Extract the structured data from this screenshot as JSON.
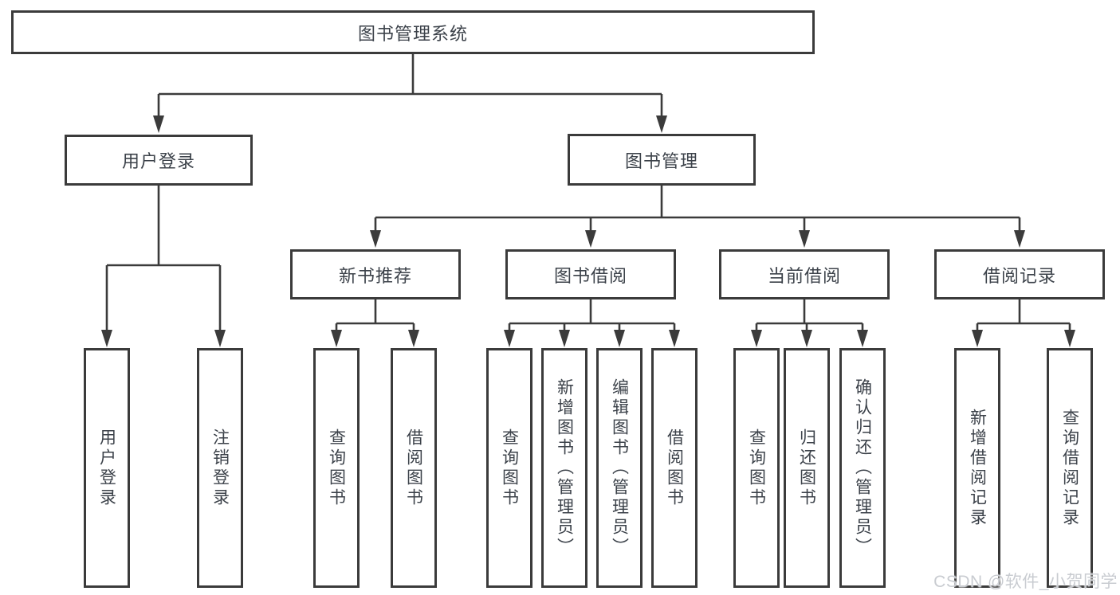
{
  "diagram": {
    "title": "图书管理系统",
    "tree": {
      "label": "图书管理系统",
      "children": [
        {
          "label": "用户登录",
          "children": [
            {
              "label": "用户登录"
            },
            {
              "label": "注销登录"
            }
          ]
        },
        {
          "label": "图书管理",
          "children": [
            {
              "label": "新书推荐",
              "children": [
                {
                  "label": "查询图书"
                },
                {
                  "label": "借阅图书"
                }
              ]
            },
            {
              "label": "图书借阅",
              "children": [
                {
                  "label": "查询图书"
                },
                {
                  "label": "新增图书（管理员）"
                },
                {
                  "label": "编辑图书（管理员）"
                },
                {
                  "label": "借阅图书"
                }
              ]
            },
            {
              "label": "当前借阅",
              "children": [
                {
                  "label": "查询图书"
                },
                {
                  "label": "归还图书"
                },
                {
                  "label": "确认归还（管理员）"
                }
              ]
            },
            {
              "label": "借阅记录",
              "children": [
                {
                  "label": "新增借阅记录"
                },
                {
                  "label": "查询借阅记录"
                }
              ]
            }
          ]
        }
      ]
    },
    "colors": {
      "line": "#3b3b3b",
      "box_border": "#3b3b3b",
      "text": "#3c424a",
      "background": "#ffffff",
      "watermark": "#c9ccd1"
    }
  },
  "watermark": {
    "text": "CSDN @软件_小贺同学"
  }
}
